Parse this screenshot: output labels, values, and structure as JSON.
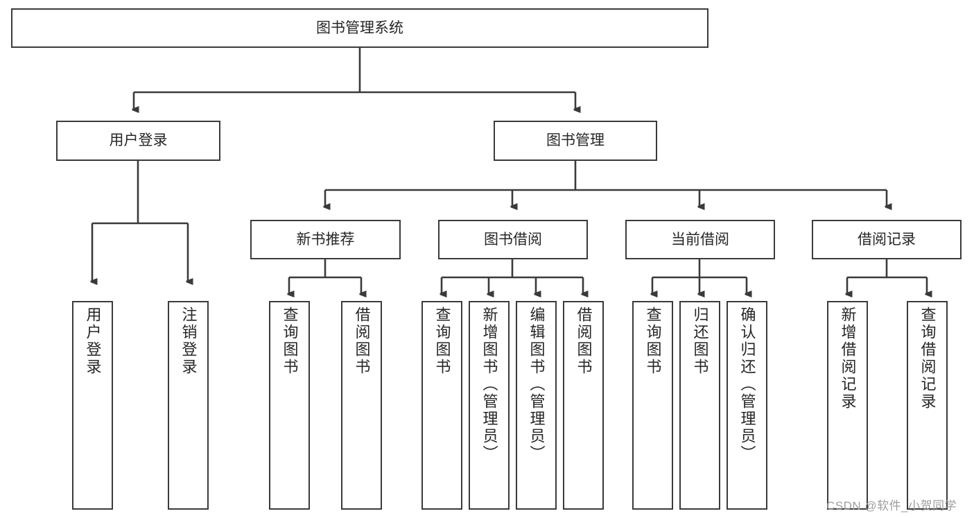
{
  "diagram": {
    "type": "tree-flowchart",
    "title": "图书管理系统",
    "root": {
      "id": "root",
      "label": "图书管理系统",
      "orientation": "horizontal"
    },
    "level1": [
      {
        "id": "user-login",
        "label": "用户登录",
        "orientation": "horizontal"
      },
      {
        "id": "book-manage",
        "label": "图书管理",
        "orientation": "horizontal"
      }
    ],
    "level2": [
      {
        "id": "new-book-rec",
        "label": "新书推荐",
        "orientation": "horizontal",
        "parent": "book-manage"
      },
      {
        "id": "book-borrow",
        "label": "图书借阅",
        "orientation": "horizontal",
        "parent": "book-manage"
      },
      {
        "id": "current-borrow",
        "label": "当前借阅",
        "orientation": "horizontal",
        "parent": "book-manage"
      },
      {
        "id": "borrow-record",
        "label": "借阅记录",
        "orientation": "horizontal",
        "parent": "book-manage"
      }
    ],
    "leaves": [
      {
        "id": "leaf-user-login",
        "label": "用户登录",
        "parent": "user-login"
      },
      {
        "id": "leaf-logout-login",
        "label": "注销登录",
        "parent": "user-login"
      },
      {
        "id": "leaf-query-book-1",
        "label": "查询图书",
        "parent": "new-book-rec"
      },
      {
        "id": "leaf-borrow-book-1",
        "label": "借阅图书",
        "parent": "new-book-rec"
      },
      {
        "id": "leaf-query-book-2",
        "label": "查询图书",
        "parent": "book-borrow"
      },
      {
        "id": "leaf-add-book",
        "label": "新增图书（管理员）",
        "parent": "book-borrow"
      },
      {
        "id": "leaf-edit-book",
        "label": "编辑图书（管理员）",
        "parent": "book-borrow"
      },
      {
        "id": "leaf-borrow-book-2",
        "label": "借阅图书",
        "parent": "book-borrow"
      },
      {
        "id": "leaf-query-book-3",
        "label": "查询图书",
        "parent": "current-borrow"
      },
      {
        "id": "leaf-return-book",
        "label": "归还图书",
        "parent": "current-borrow"
      },
      {
        "id": "leaf-confirm-return",
        "label": "确认归还（管理员）",
        "parent": "current-borrow"
      },
      {
        "id": "leaf-add-record",
        "label": "新增借阅记录",
        "parent": "borrow-record"
      },
      {
        "id": "leaf-query-record",
        "label": "查询借阅记录",
        "parent": "borrow-record"
      }
    ],
    "colors": {
      "border": "#3a3a3a",
      "connector": "#3a3a3a",
      "text": "#262626",
      "background": "#ffffff",
      "watermark": "#9d9d9d"
    }
  },
  "watermark": {
    "text": "CSDN @软件_小贺同学"
  }
}
